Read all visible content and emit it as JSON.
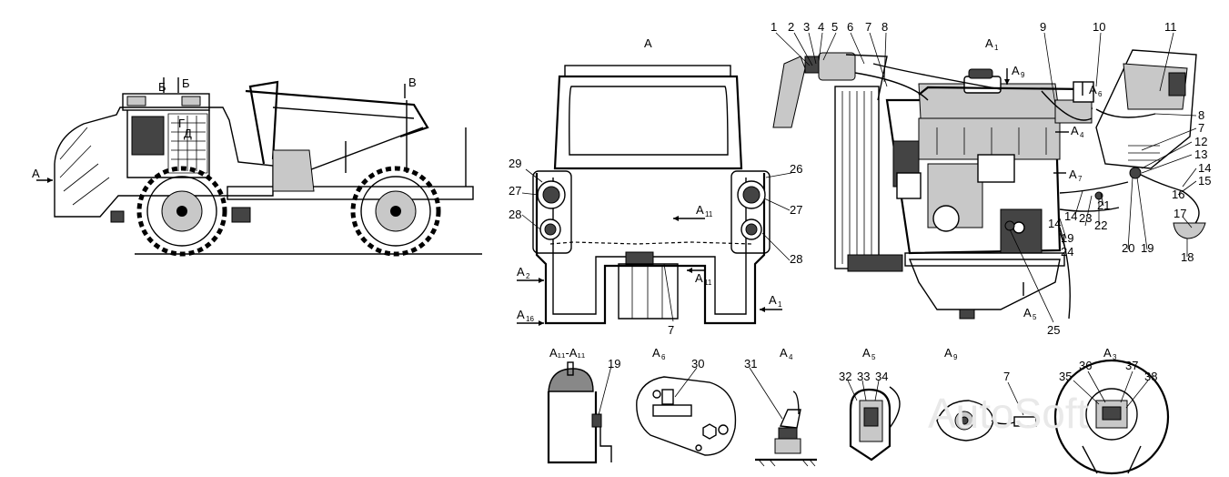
{
  "views": {
    "side_view": {
      "arrow_a": "А",
      "arrow_b1": "Б",
      "arrow_b2": "Б",
      "arrow_v": "В",
      "mark_g": "Г",
      "mark_d": "Д"
    },
    "view_a": {
      "title": "А",
      "a2": "А",
      "a2_sub": "2",
      "a16": "А",
      "a16_sub": "16",
      "a1": "А",
      "a1_sub": "1",
      "a11_top": "А",
      "a11_top_sub": "11",
      "a11_bot": "А",
      "a11_bot_sub": "11"
    },
    "view_a1": {
      "title": "А",
      "title_sub": "1",
      "a9": "А",
      "a9_sub": "9",
      "a6": "А",
      "a6_sub": "6",
      "a4": "А",
      "a4_sub": "4",
      "a7": "А",
      "a7_sub": "7",
      "a5": "А",
      "a5_sub": "5"
    },
    "detail_a11": {
      "title": "А₁₁-А₁₁"
    },
    "detail_a6": {
      "title": "А",
      "title_sub": "6"
    },
    "detail_a4": {
      "title": "А",
      "title_sub": "4"
    },
    "detail_a5": {
      "title": "А",
      "title_sub": "5"
    },
    "detail_a9": {
      "title": "А",
      "title_sub": "9"
    },
    "detail_a3": {
      "title": "А",
      "title_sub": "3"
    }
  },
  "callouts": {
    "c1": "1",
    "c2": "2",
    "c3": "3",
    "c4": "4",
    "c5": "5",
    "c6": "6",
    "c7": "7",
    "c8": "8",
    "c9": "9",
    "c10": "10",
    "c11": "11",
    "c8b": "8",
    "c7b": "7",
    "c12": "12",
    "c13": "13",
    "c14": "14",
    "c15": "15",
    "c16": "16",
    "c17": "17",
    "c18": "18",
    "c19": "19",
    "c20": "20",
    "c14b": "14",
    "c23": "23",
    "c21": "21",
    "c22": "22",
    "c14c": "14",
    "c19b": "19",
    "c24": "24",
    "c25": "25",
    "c29": "29",
    "c26": "26",
    "c27": "27",
    "c27b": "27",
    "c28": "28",
    "c28b": "28",
    "c7c": "7",
    "c19c": "19",
    "c30": "30",
    "c31": "31",
    "c32": "32",
    "c33": "33",
    "c34": "34",
    "c7d": "7",
    "c35": "35",
    "c36": "36",
    "c37": "37",
    "c38": "38"
  },
  "watermark": "AutoSoft"
}
